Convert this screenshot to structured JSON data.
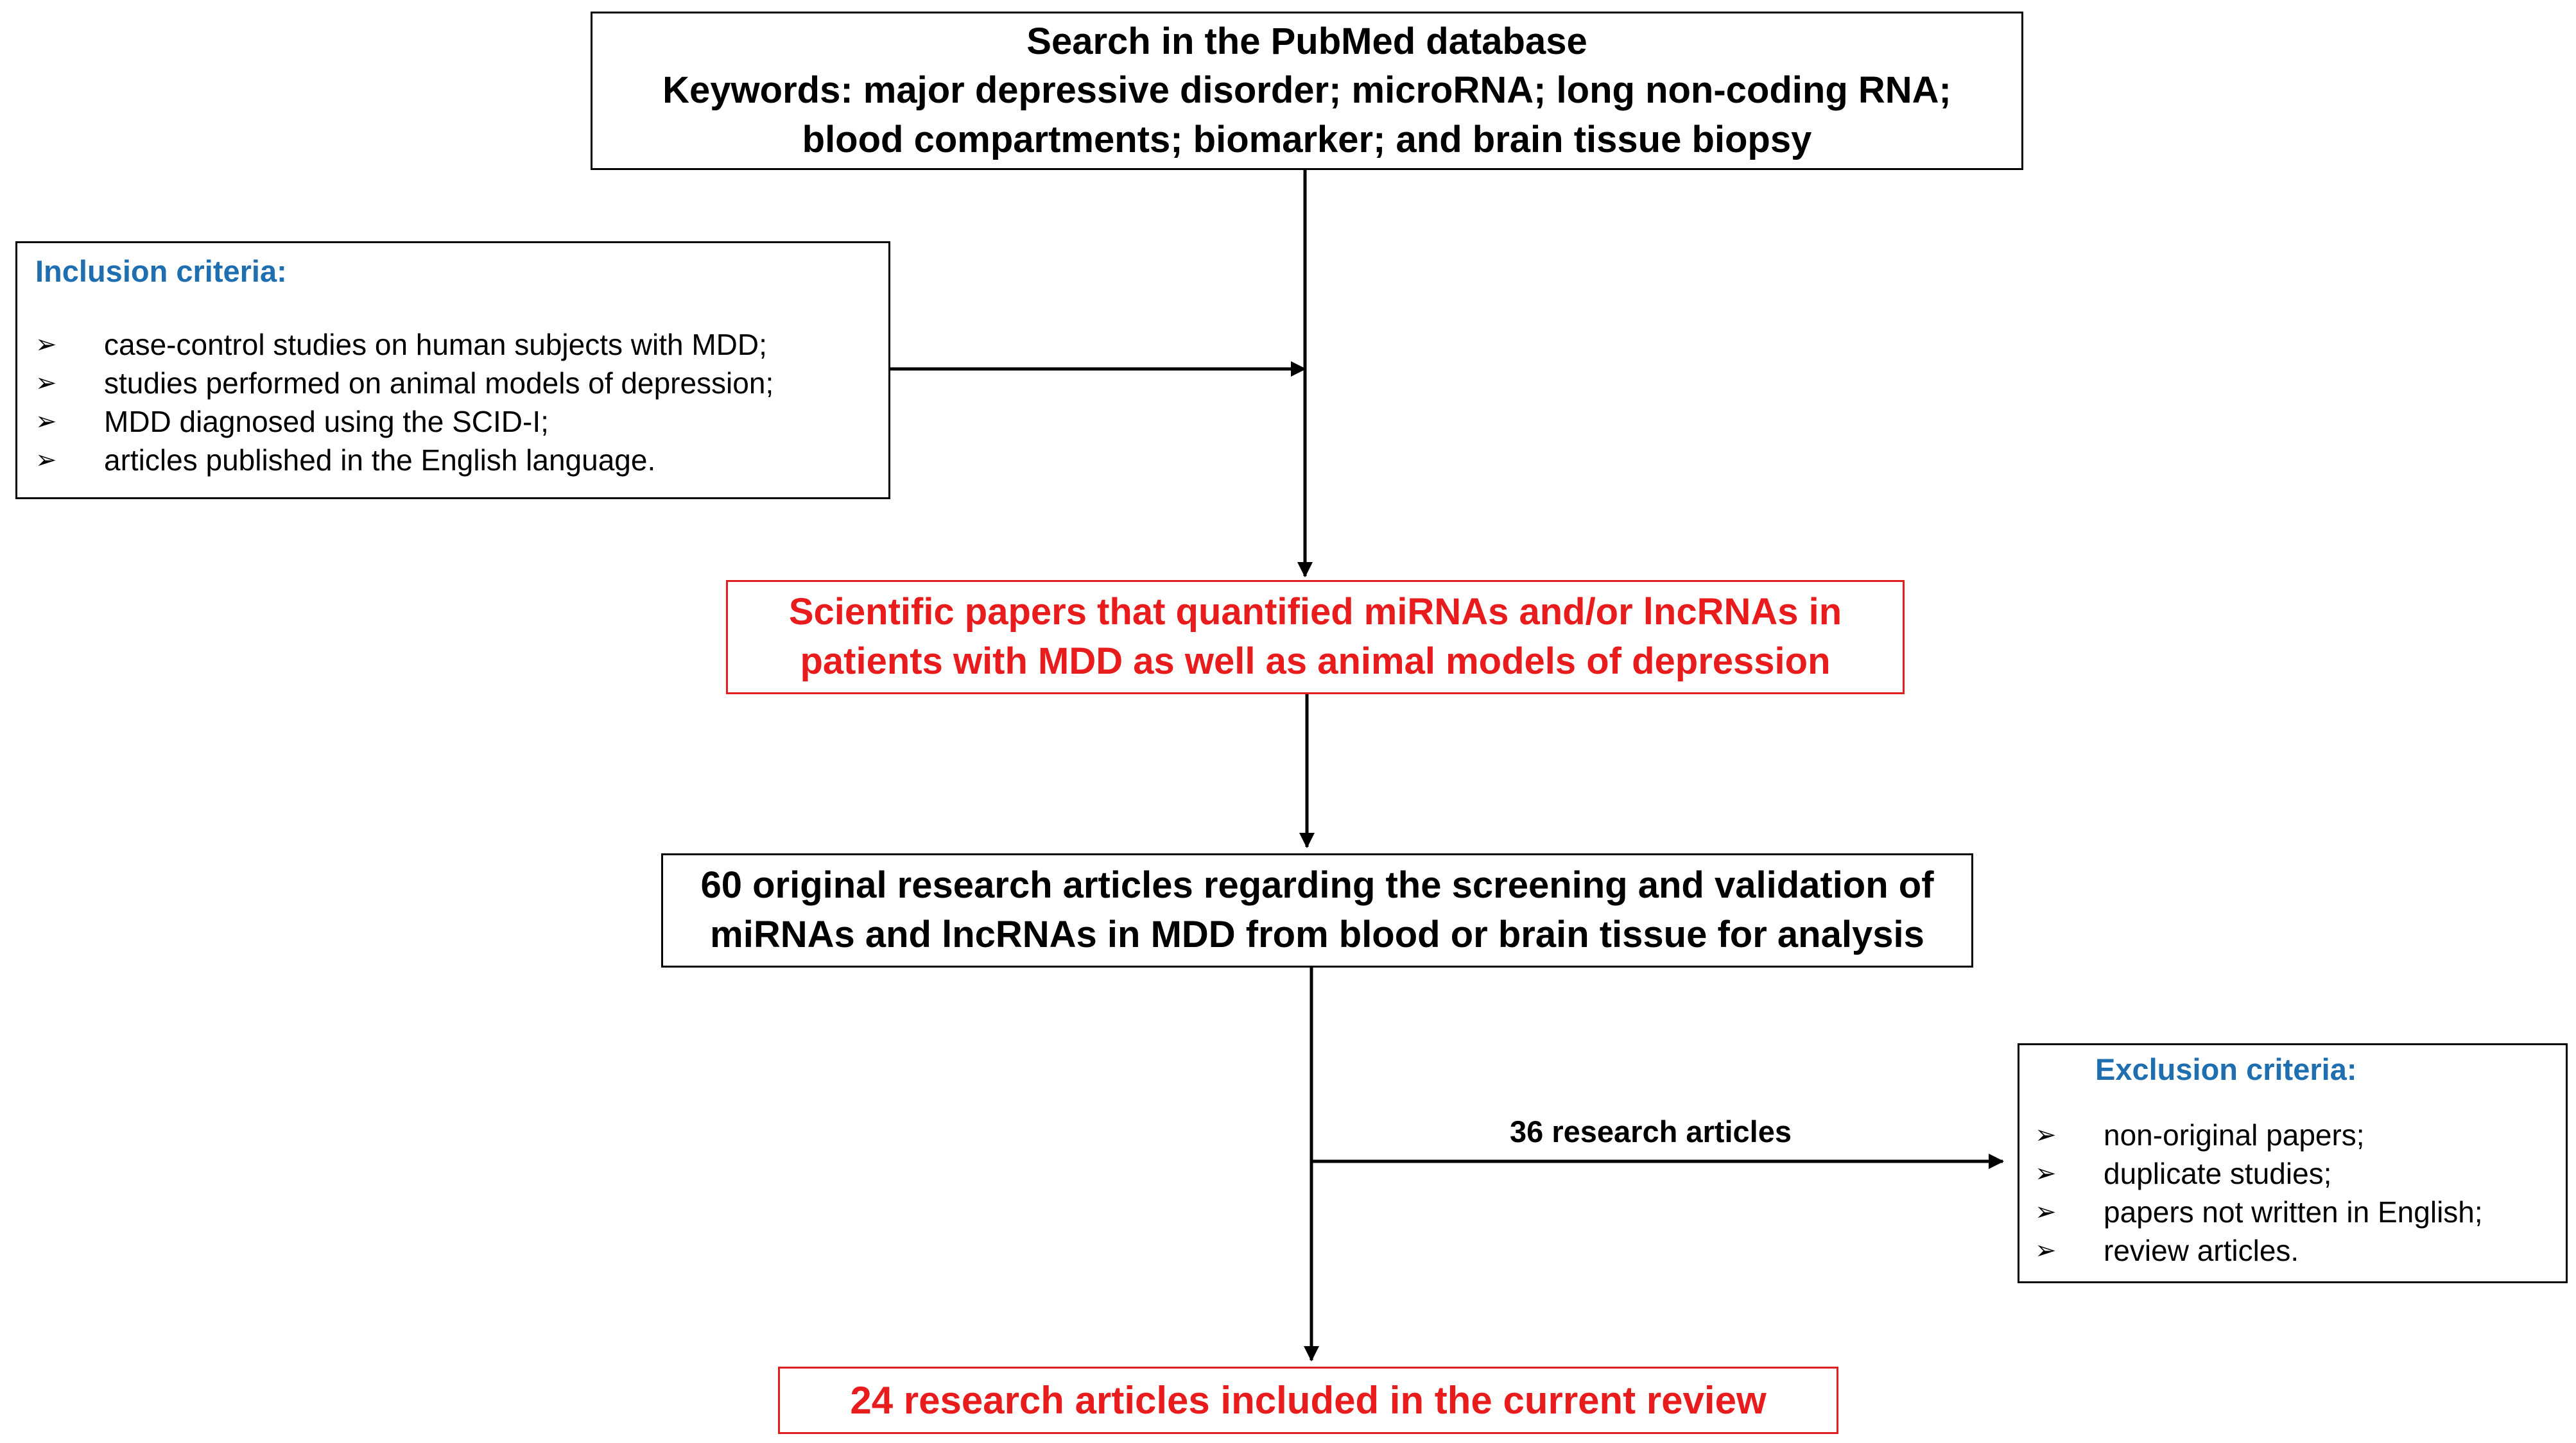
{
  "search_box": {
    "lines": [
      "Search in the PubMed database",
      "Keywords: major depressive disorder; microRNA; long non-coding RNA;",
      "blood compartments; biomarker; and brain tissue biopsy"
    ]
  },
  "inclusion": {
    "title": "Inclusion criteria:",
    "items": [
      "case-control studies on human  subjects with MDD;",
      "studies performed on animal models of depression;",
      "MDD diagnosed using the SCID-I;",
      "articles published in the English language."
    ]
  },
  "scientific_box": {
    "lines": [
      "Scientific papers that quantified miRNAs and/or lncRNAs in",
      "patients with MDD as well as animal models of depression"
    ]
  },
  "original_box": {
    "lines": [
      "60 original research articles regarding the screening and validation of",
      "miRNAs and lncRNAs in MDD from blood or brain tissue for analysis"
    ]
  },
  "exclusion": {
    "title": "Exclusion criteria:",
    "items": [
      "non-original papers;",
      "duplicate studies;",
      "papers not written in English;",
      "review articles."
    ]
  },
  "excluded_edge_label": "36 research articles",
  "final_box": {
    "text": "24 research articles included in the current review"
  },
  "bullet_glyph": "➢",
  "colors": {
    "red_text": "#e81c1c",
    "red_border": "#e02020",
    "criteria_title_blue": "#1f6fb0",
    "line_black": "#000000"
  }
}
